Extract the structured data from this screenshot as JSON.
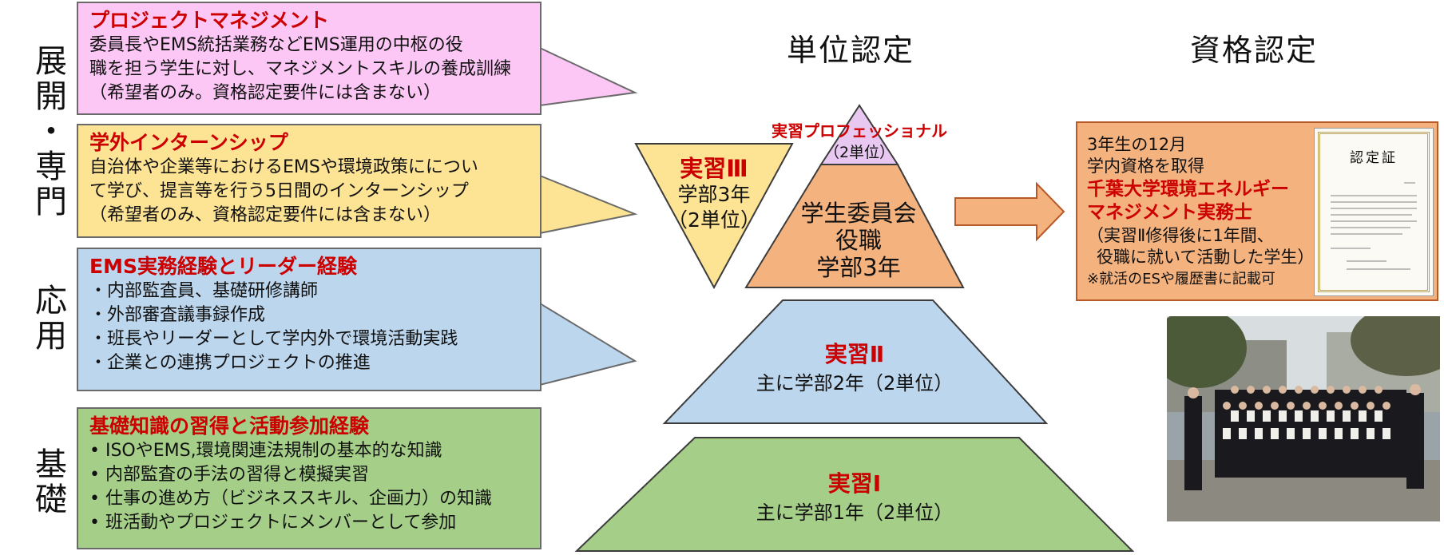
{
  "levels": {
    "advanced": "展開・専門",
    "applied": "応用",
    "basic": "基礎"
  },
  "boxes": {
    "management": {
      "title": "プロジェクトマネジメント",
      "lines": [
        "委員長やEMS統括業務などEMS運用の中枢の役",
        "職を担う学生に対し、マネジメントスキルの養成訓練",
        "（希望者のみ。資格認定要件には含まない）"
      ]
    },
    "internship": {
      "title": "学外インターンシップ",
      "lines": [
        "自治体や企業等におけるEMSや環境政策にについ",
        "て学び、提言等を行う5日間のインターンシップ",
        "（希望者のみ、資格認定要件には含まない）"
      ]
    },
    "experience": {
      "title": "EMS実務経験とリーダー経験",
      "lines": [
        "・内部監査員、基礎研修講師",
        "・外部審査議事録作成",
        "・班長やリーダーとして学内外で環境活動実践",
        "・企業との連携プロジェクトの推進"
      ]
    },
    "knowledge": {
      "title": "基礎知識の習得と活動参加経験",
      "lines": [
        "• ISOやEMS,環境関連法規制の基本的な知識",
        "• 内部監査の手法の習得と模擬実習",
        "• 仕事の進め方（ビジネススキル、企画力）の知識",
        "• 班活動やプロジェクトにメンバーとして参加"
      ]
    }
  },
  "headings": {
    "credit": "単位認定",
    "qualification": "資格認定"
  },
  "pyramid": {
    "professional": {
      "title": "実習プロフェッショナル",
      "credits": "（2単位）"
    },
    "committee": {
      "line1": "学生委員会",
      "line2": "役職",
      "line3": "学部3年"
    },
    "practice3": {
      "title": "実習Ⅲ",
      "year": "学部3年",
      "credits": "（2単位）"
    },
    "practice2": {
      "title": "実習Ⅱ",
      "desc": "主に学部2年（2単位）"
    },
    "practice1": {
      "title": "実習Ⅰ",
      "desc": "主に学部1年（2単位）"
    }
  },
  "certification": {
    "line1": "3年生の12月",
    "line2": "学内資格を取得",
    "qual1": "千葉大学環境エネルギー",
    "qual2": "マネジメント実務士",
    "note1": "（実習Ⅱ修得後に1年間、",
    "note2": "役職に就いて活動した学生）",
    "note3": "※就活のESや履歴書に記載可",
    "certificate_title": "認定証"
  },
  "colors": {
    "pink": "#fcc6f5",
    "yellow": "#fde394",
    "blue": "#bcd6ee",
    "green": "#a5cf88",
    "orange": "#f4b27f",
    "accent_red": "#cc0000"
  }
}
